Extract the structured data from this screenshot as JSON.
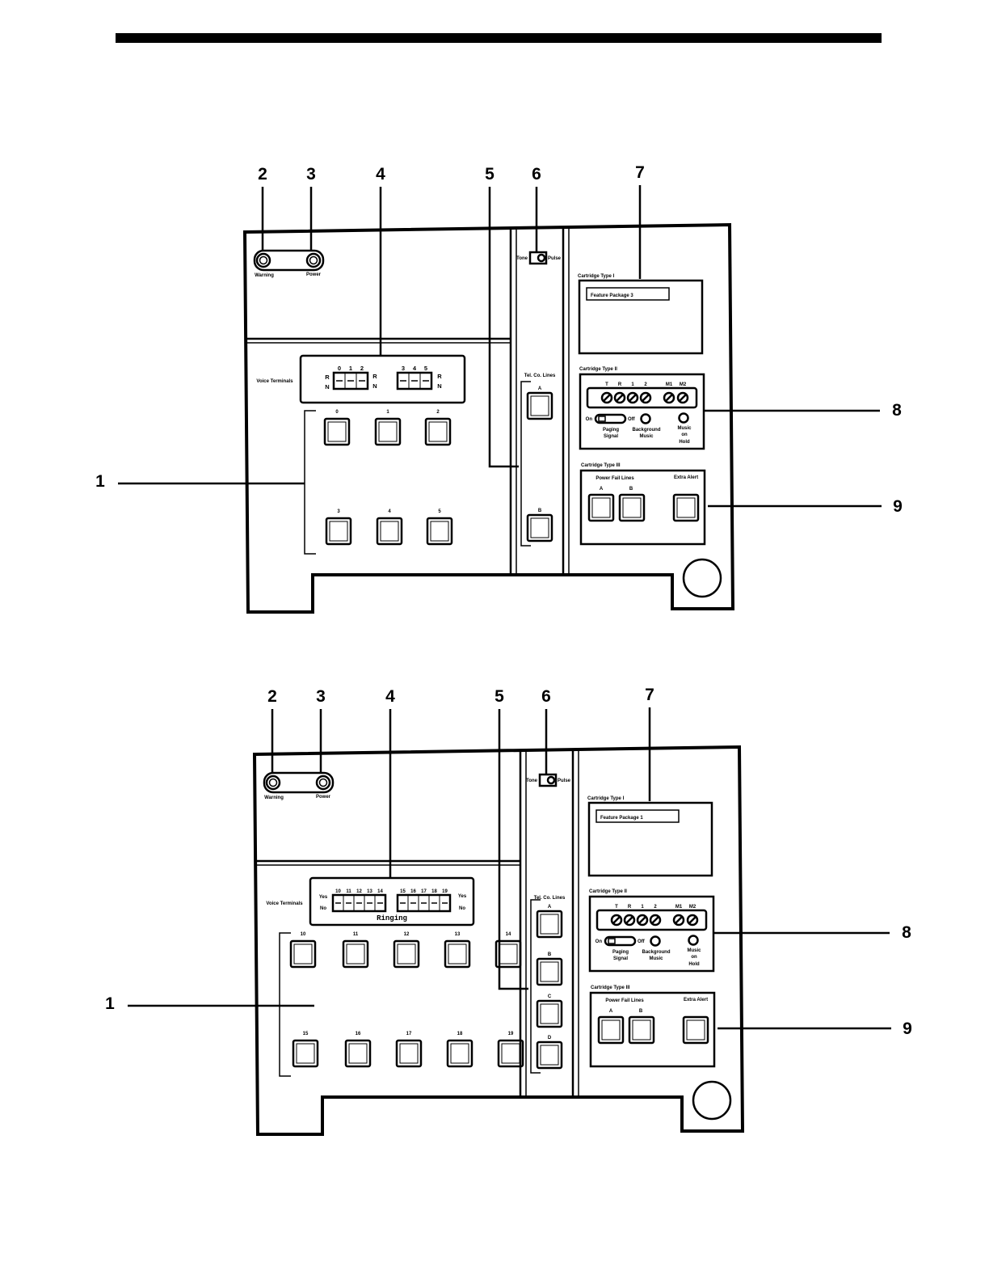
{
  "callouts": [
    "1",
    "2",
    "3",
    "4",
    "5",
    "6",
    "7",
    "8",
    "9"
  ],
  "labels": {
    "warning": "Warning",
    "power": "Power",
    "voice_terminals": "Voice Terminals",
    "tone": "Tone",
    "pulse": "Pulse",
    "cartridge_1": "Cartridge Type I",
    "cartridge_2": "Cartridge Type II",
    "cartridge_3": "Cartridge Type III",
    "on": "On",
    "off": "Off",
    "paging_signal_1": "Paging",
    "paging_signal_2": "Signal",
    "background_music_1": "Background",
    "background_music_2": "Music",
    "music_on_hold_1": "Music",
    "music_on_hold_2": "on",
    "music_on_hold_3": "Hold",
    "power_fail_lines": "Power Fail Lines",
    "extra_alert": "Extra Alert",
    "a": "A",
    "b": "B"
  },
  "cartridge2_terminals": [
    "T",
    "R",
    "1",
    "2",
    "M1",
    "M2"
  ],
  "panels": [
    {
      "feature_package": "Feature Package 3",
      "telco_title": "Tel. Co. Lines",
      "telco_lines": [
        "A",
        "B"
      ],
      "switch_left": "R",
      "switch_left_bottom": "N",
      "switch_right": "R",
      "switch_right_bottom": "N",
      "switch_group_1": [
        "0",
        "1",
        "2"
      ],
      "switch_group_2": [
        "3",
        "4",
        "5"
      ],
      "switch_caption": "",
      "jacks_top": [
        "0",
        "1",
        "2"
      ],
      "jacks_bottom": [
        "3",
        "4",
        "5"
      ]
    },
    {
      "feature_package": "Feature Package 1",
      "telco_title": "Tel. Co. Lines",
      "telco_lines": [
        "A",
        "B",
        "C",
        "D"
      ],
      "switch_left": "Yes",
      "switch_left_bottom": "No",
      "switch_right": "Yes",
      "switch_right_bottom": "No",
      "switch_group_1": [
        "10",
        "11",
        "12",
        "13",
        "14"
      ],
      "switch_group_2": [
        "15",
        "16",
        "17",
        "18",
        "19"
      ],
      "switch_caption": "Ringing",
      "jacks_top": [
        "10",
        "11",
        "12",
        "13",
        "14"
      ],
      "jacks_bottom": [
        "15",
        "16",
        "17",
        "18",
        "19"
      ]
    }
  ]
}
